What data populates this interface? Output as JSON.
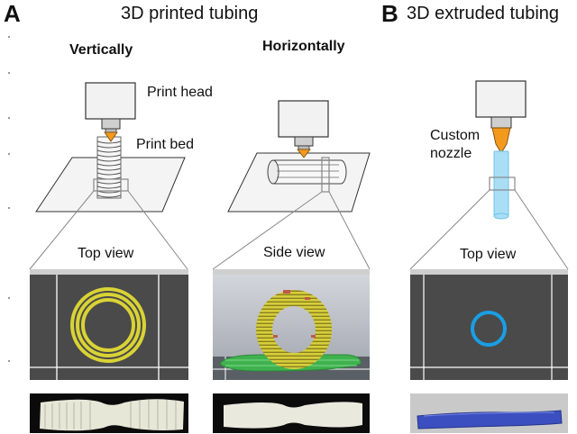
{
  "panel_a": {
    "letter": "A",
    "title": "3D printed tubing",
    "orientation_vertical": "Vertically",
    "orientation_horizontal": "Horizontally",
    "label_print_head": "Print head",
    "label_print_bed": "Print bed",
    "view_top": "Top view",
    "view_side": "Side view"
  },
  "panel_b": {
    "letter": "B",
    "title": "3D extruded tubing",
    "label_nozzle_line1": "Custom",
    "label_nozzle_line2": "nozzle",
    "view_top": "Top view"
  },
  "colors": {
    "print_head_fill": "#f2f2f2",
    "nozzle_tip": "#f39a1e",
    "yellow_ring": "#d9d335",
    "dark_view_bg": "#4a4a4a",
    "side_view_bg": "#b9bcc4",
    "green_base": "#3fb24f",
    "blue_ring": "#1a9ee5",
    "blue_tube": "#a9def5",
    "blue_extrudate": "#3b4fc0",
    "photo_bg": "#0b0b0b"
  }
}
